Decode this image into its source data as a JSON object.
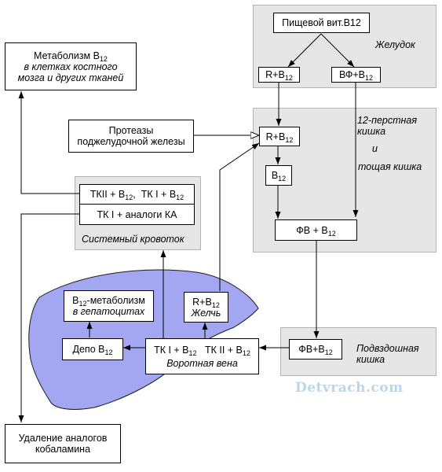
{
  "boxes": {
    "dietary_b12": "Пищевой вит.В12",
    "r_b12_stomach": {
      "text": "R+B",
      "sub": "12"
    },
    "if_b12_stomach": {
      "text": "ВФ+B",
      "sub": "12"
    },
    "r_b12_duodenum": {
      "text": "R+B",
      "sub": "12"
    },
    "b12_free": {
      "text": "B",
      "sub": "12"
    },
    "if_b12_jejunum": {
      "text": "ФВ + B",
      "sub": "12"
    },
    "if_b12_ileum": {
      "text": "ФВ+B",
      "sub": "12"
    },
    "metabolism": {
      "line1_text": "Метаболизм B",
      "line1_sub": "12",
      "line2": "в клетках костного",
      "line3": "мозга и других тканей"
    },
    "proteases": {
      "line1": "Протеазы",
      "line2": "поджелудочной железы"
    },
    "systemic_top": {
      "a_text": "ТКII + B",
      "a_sub": "12",
      "sep": ",",
      "b_text": "ТК I + B",
      "b_sub": "12"
    },
    "systemic_bottom": "ТК I + аналоги КА",
    "hepatocyte": {
      "line1_text": "B",
      "line1_sub": "12",
      "line1_rest": "-метаболизм",
      "line2": "в гепатоцитах"
    },
    "depot": {
      "text": "Депо B",
      "sub": "12"
    },
    "bile": {
      "line1_text": "R+B",
      "line1_sub": "12",
      "line2": "Желчь"
    },
    "portal": {
      "a_text": "ТК I + B",
      "a_sub": "12",
      "b_text": "ТК II + B",
      "b_sub": "12",
      "line2": "Воротная вена"
    },
    "removal": {
      "line1": "Удаление аналогов",
      "line2": "кобаламина"
    }
  },
  "region_labels": {
    "stomach": "Желудок",
    "duodenum_1": "12-перстная",
    "duodenum_2": "кишка",
    "and": "и",
    "jejunum": "тощая кишка",
    "systemic": "Системный кровоток",
    "ileum_1": "Подвздошная",
    "ileum_2": "кишка"
  },
  "watermark": "Detvrach.com",
  "colors": {
    "region_fill": "#e6e6e6",
    "region_border": "#b4b4b4",
    "liver_fill": "#a3a6f0",
    "watermark": "#b8d6ee"
  }
}
